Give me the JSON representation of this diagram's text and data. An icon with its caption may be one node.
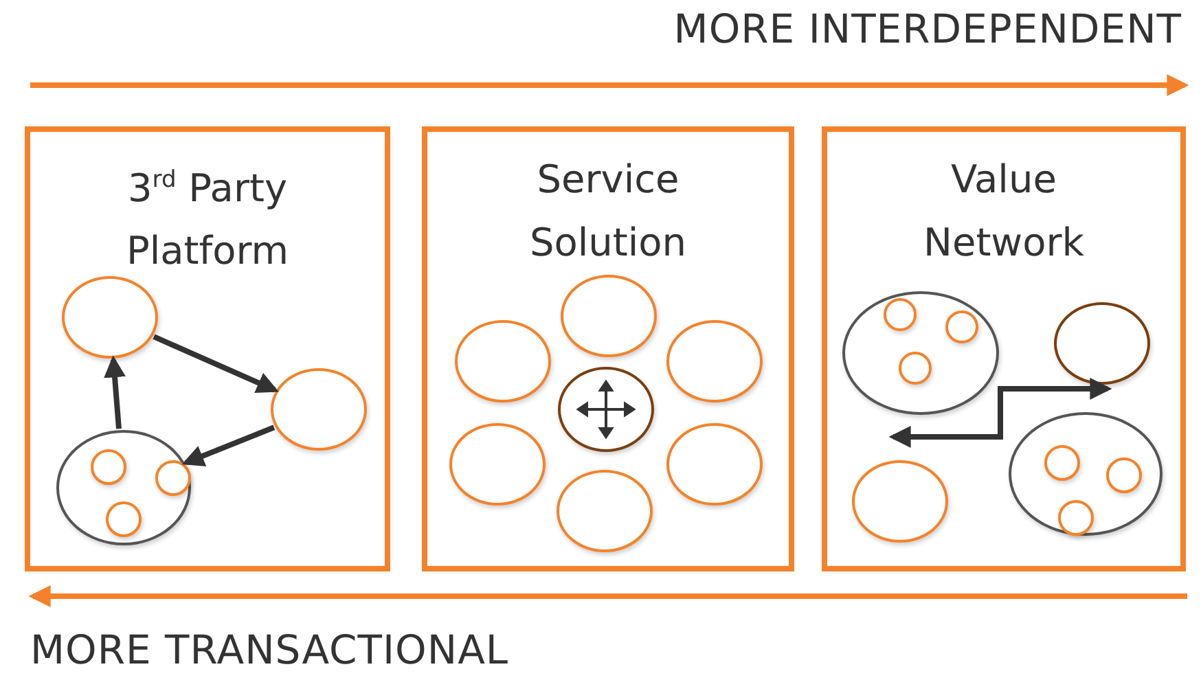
{
  "diagram": {
    "nodes": [
      {
        "text": [
          "3$^{rd}$ Party Platform"
        ]
      },
      {
        "text": [],
        "shape": "circle",
        "in": 0
      },
      {
        "text": [],
        "shape": "circle",
        "in": 0
      },
      {
        "text": [],
        "shape": "circle",
        "in": 0
      },
      {
        "text": [],
        "shape": "circle",
        "in": 3
      },
      {
        "text": [],
        "shape": "circle",
        "in": 3
      },
      {
        "text": [],
        "shape": "circle",
        "in": 3
      },
      {
        "text": [
          "Service Solution"
        ]
      },
      {
        "text": [],
        "shape": "circle",
        "in": 7
      },
      {
        "text": [],
        "shape": "circle",
        "in": 7
      },
      {
        "text": [],
        "shape": "circle",
        "in": 7
      },
      {
        "text": [],
        "shape": "circle",
        "in": 7
      },
      {
        "text": [],
        "shape": "circle",
        "in": 7
      },
      {
        "text": [],
        "shape": "circle",
        "in": 7
      },
      {
        "text": [],
        "shape": "circle",
        "in": 7
      },
      {
        "text": [
          "Value Network"
        ]
      },
      {
        "text": [],
        "shape": "circle",
        "in": 15
      },
      {
        "text": [],
        "shape": "circle",
        "in": 16
      },
      {
        "text": [],
        "shape": "circle",
        "in": 16
      },
      {
        "text": [],
        "shape": "circle",
        "in": 16
      },
      {
        "text": [],
        "shape": "circle",
        "in": 15
      },
      {
        "text": [],
        "shape": "circle",
        "in": 15
      },
      {
        "text": [],
        "shape": "circle",
        "in": 15
      },
      {
        "text": [],
        "shape": "circle",
        "in": 22
      },
      {
        "text": [],
        "shape": "circle",
        "in": 22
      },
      {
        "text": [],
        "shape": "circle",
        "in": 22
      }
    ],
    "edges": [
      {
        "from": 1,
        "to": 2,
        "arrow": "to"
      },
      {
        "from": 2,
        "to": 3,
        "arrow": "to"
      },
      {
        "from": 3,
        "to": 1,
        "arrow": "to"
      },
      {
        "from": 21,
        "to": 20,
        "arrow": "both"
      }
    ],
    "labels": [
      "MORE INTERDEPENDENT",
      "MORE TRANSACTIONAL"
    ]
  }
}
